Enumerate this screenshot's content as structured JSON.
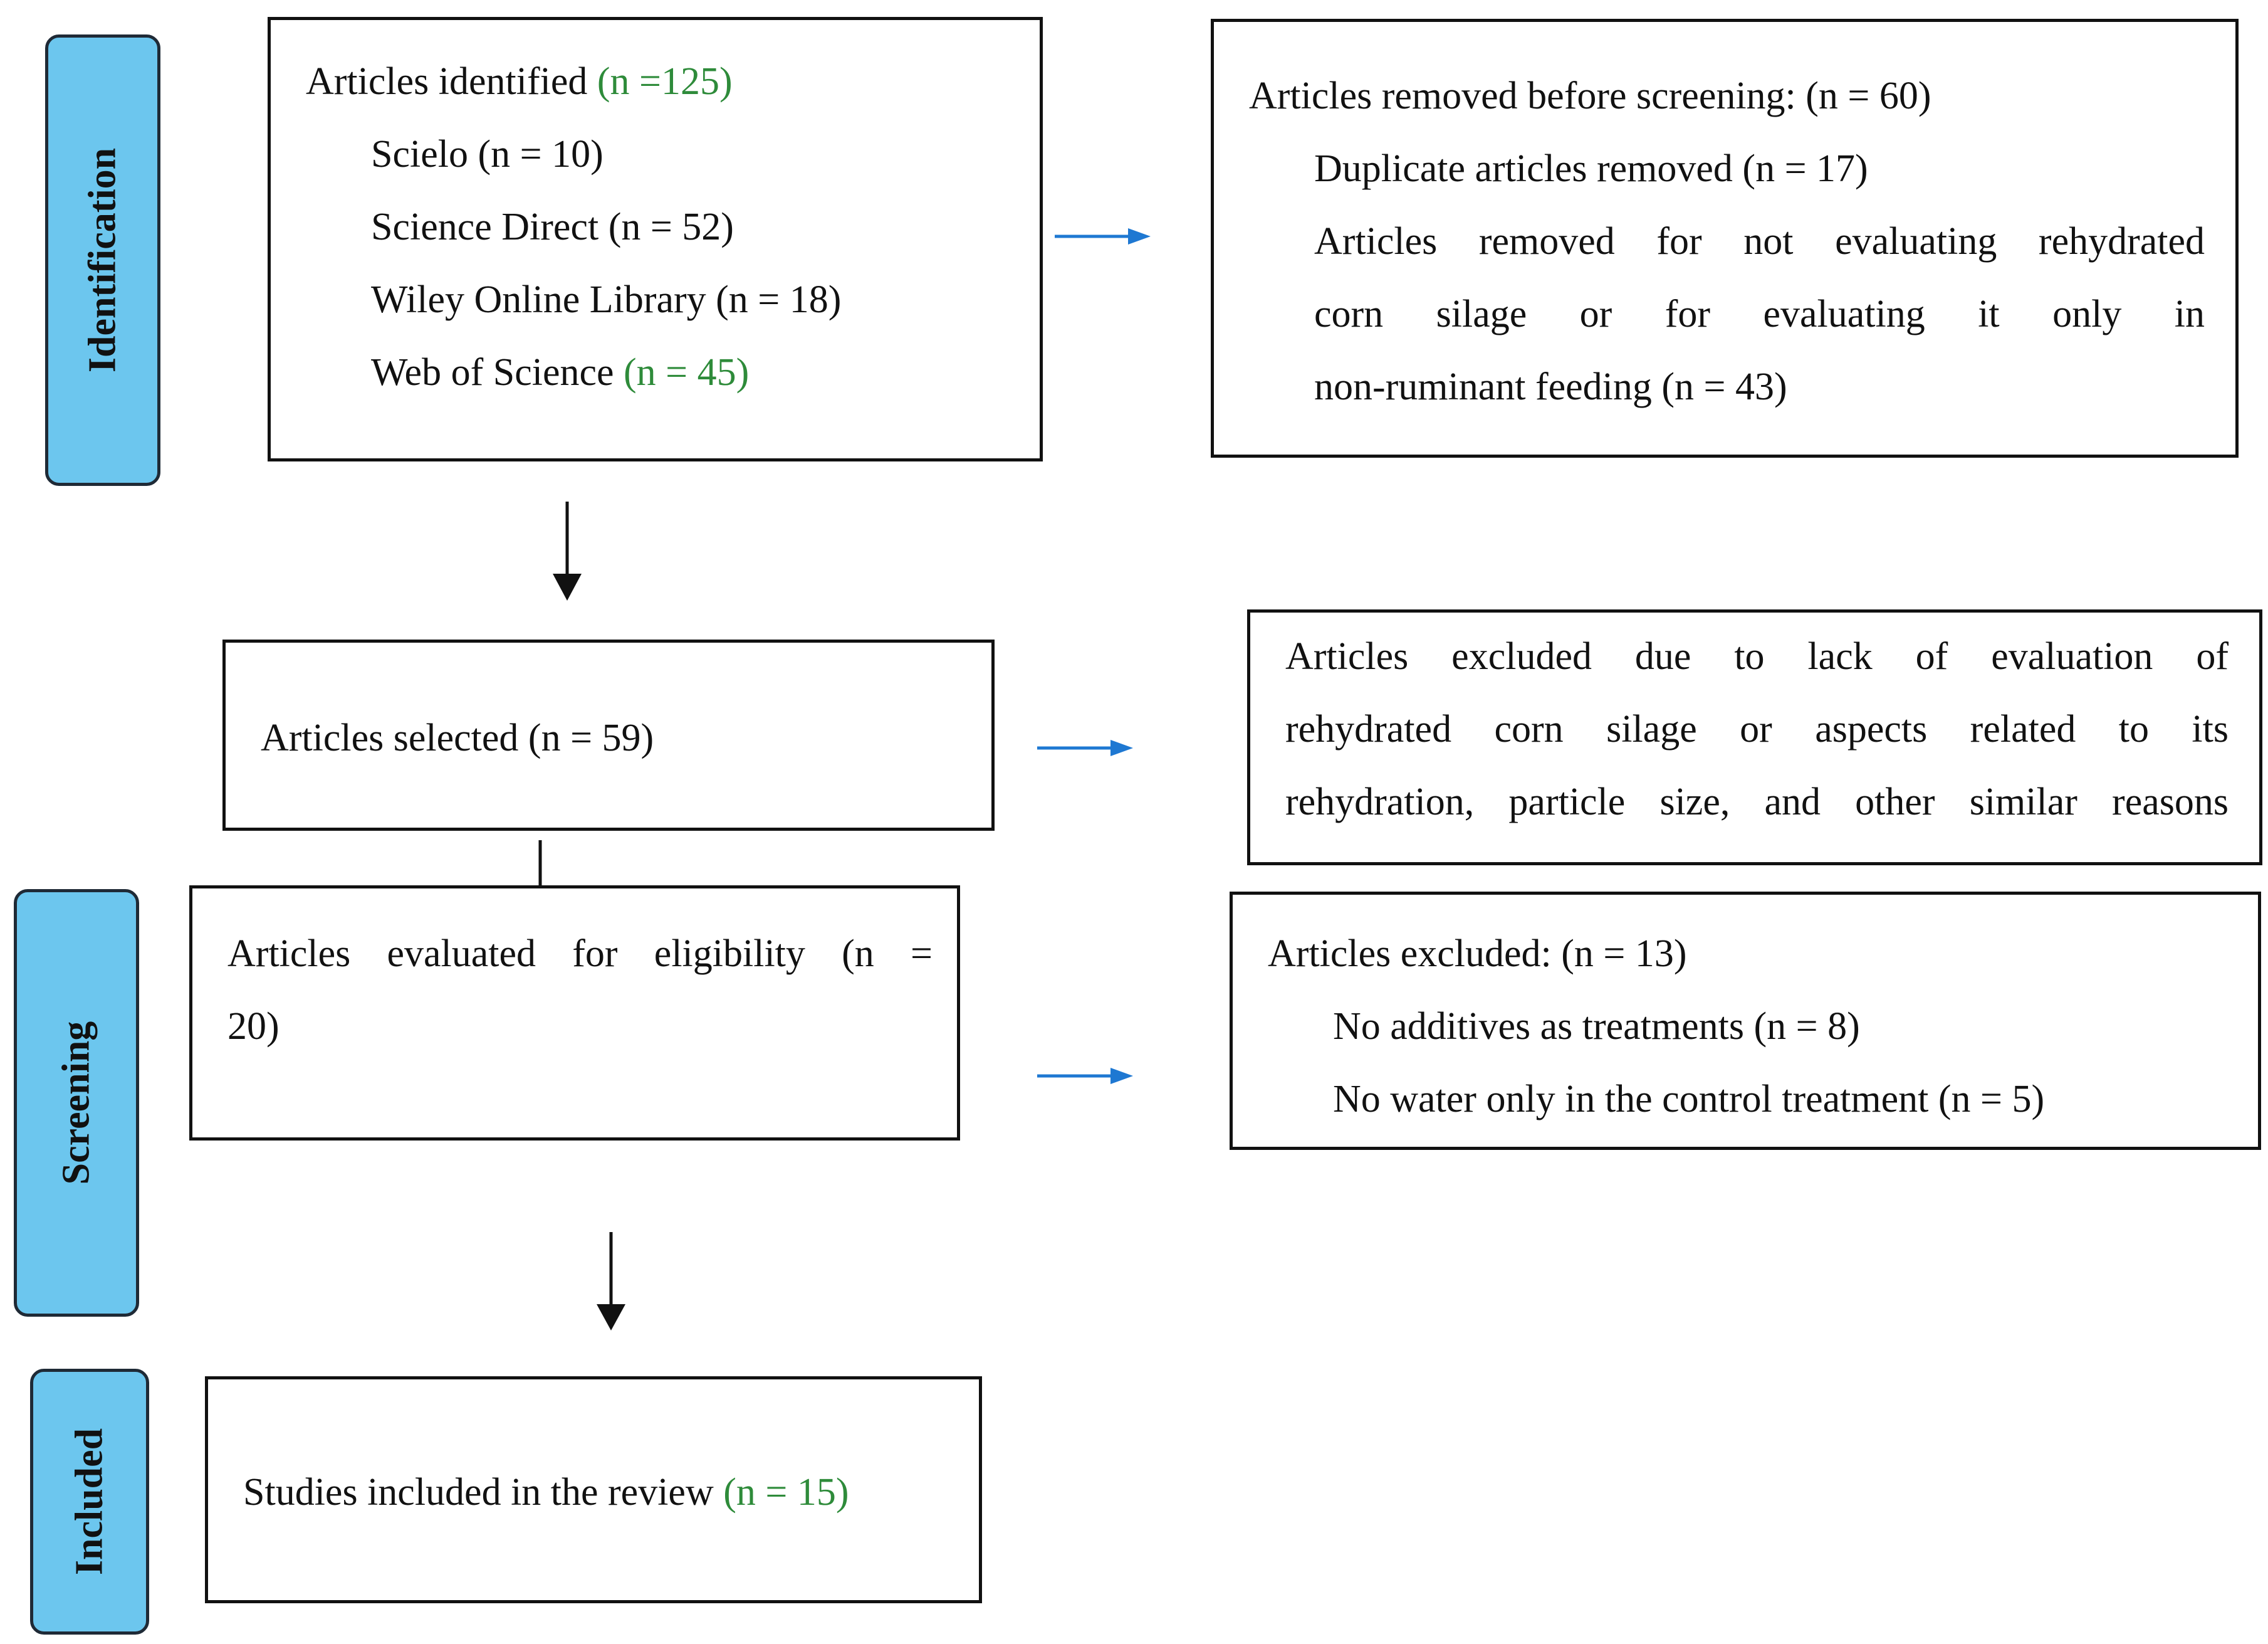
{
  "colors": {
    "tab_fill": "#6cc6ee",
    "tab_border": "#1f2a36",
    "box_border": "#111111",
    "down_arrow": "#111111",
    "side_arrow": "#1e78d2",
    "highlight_text": "#2e8b3a"
  },
  "stages": {
    "identification": "Identification",
    "screening": "Screening",
    "included": "Included"
  },
  "identified": {
    "title": "Articles identified",
    "title_n": "(n =125)",
    "sources": [
      {
        "text": "Scielo (n = 10)"
      },
      {
        "text": "Science Direct (n = 52)"
      },
      {
        "text": "Wiley Online Library (n = 18)"
      },
      {
        "text": "Web of Science",
        "n": "(n = 45)"
      }
    ]
  },
  "removed": {
    "title": "Articles removed before screening: (n = 60)",
    "duplicate": "Duplicate articles removed (n = 17)",
    "reason_lines": [
      "Articles removed for not evaluating rehydrated",
      "corn silage or for evaluating it only in",
      "non-ruminant feeding (n = 43)"
    ]
  },
  "selected": {
    "text": "Articles selected (n = 59)"
  },
  "excluded_lack": {
    "lines": [
      "Articles excluded due to lack of evaluation of",
      "rehydrated corn silage or aspects related to its",
      "rehydration, particle size, and other similar reasons"
    ]
  },
  "eligibility": {
    "lines": [
      "Articles evaluated for eligibility (n =",
      "20)"
    ]
  },
  "excluded": {
    "title": "Articles excluded: (n = 13)",
    "items": [
      "No additives as treatments (n = 8)",
      "No water only in the control treatment (n = 5)"
    ]
  },
  "included": {
    "text": "Studies included in the review",
    "n": "(n = 15)"
  }
}
